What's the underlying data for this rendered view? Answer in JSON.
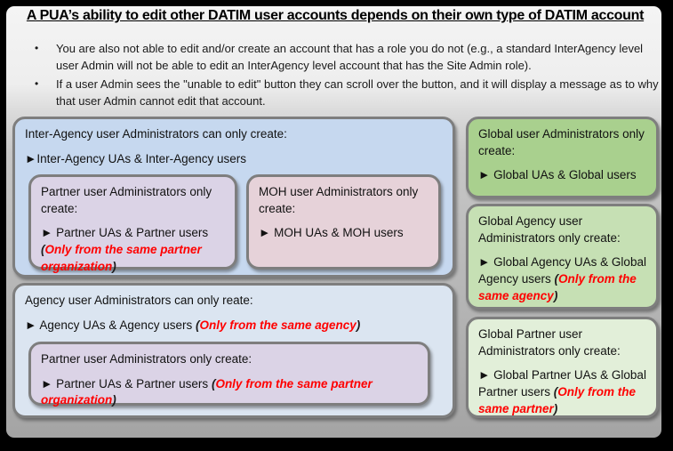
{
  "slide": {
    "title": "A PUA’s ability to edit other DATIM user accounts depends on their own type of DATIM account",
    "bullet_glyph": "•",
    "bullets": [
      "You are also not able to edit and/or create an account that has a role you do not (e.g., a standard InterAgency level user Admin will not be able to edit an InterAgency level account that has the Site Admin role).",
      "If a user Admin sees the \"unable to edit\" button they can scroll over the button, and it will display a message as to why that user Admin cannot edit that account."
    ]
  },
  "boxes": {
    "inter_agency": {
      "heading": "Inter-Agency user Administrators can only create:",
      "item": "►Inter-Agency UAs & Inter-Agency users"
    },
    "partner_top": {
      "heading": "Partner user Administrators only create:",
      "item": "► Partner UAs & Partner users ",
      "paren_open": "(",
      "note": "Only from the same partner organization",
      "paren_close": ")"
    },
    "moh": {
      "heading": "MOH user Administrators only create:",
      "item": "► MOH UAs & MOH users"
    },
    "agency": {
      "heading": "Agency user Administrators can only reate:",
      "item": "► Agency UAs & Agency users ",
      "paren_open": "(",
      "note": "Only from the same agency",
      "paren_close": ")"
    },
    "partner_bottom": {
      "heading": "Partner user Administrators only create:",
      "item": "► Partner UAs & Partner users ",
      "paren_open": "(",
      "note": "Only from the same partner organization",
      "paren_close": ")"
    },
    "global": {
      "heading": "Global user Administrators only create:",
      "item": "► Global UAs & Global users"
    },
    "global_agency": {
      "heading": "Global Agency user Administrators only create:",
      "item": "► Global Agency UAs & Global Agency users ",
      "paren_open": "(",
      "note": "Only from the same agency",
      "paren_close": ")"
    },
    "global_partner": {
      "heading": "Global Partner user Administrators only create:",
      "item": "► Global Partner UAs & Global Partner users ",
      "paren_open": "(",
      "note": "Only from the same partner",
      "paren_close": ")"
    }
  },
  "colors": {
    "inter_agency_fill": "#c6d8ef",
    "agency_fill": "#dbe5f1",
    "partner_fill": "#dbd3e6",
    "moh_fill": "#e6d2d9",
    "global_fill": "#a9d08e",
    "global_agency_fill": "#c6e0b4",
    "global_partner_fill": "#e2efd9",
    "border": "#7e7e7e",
    "note_red": "#ff0000"
  }
}
